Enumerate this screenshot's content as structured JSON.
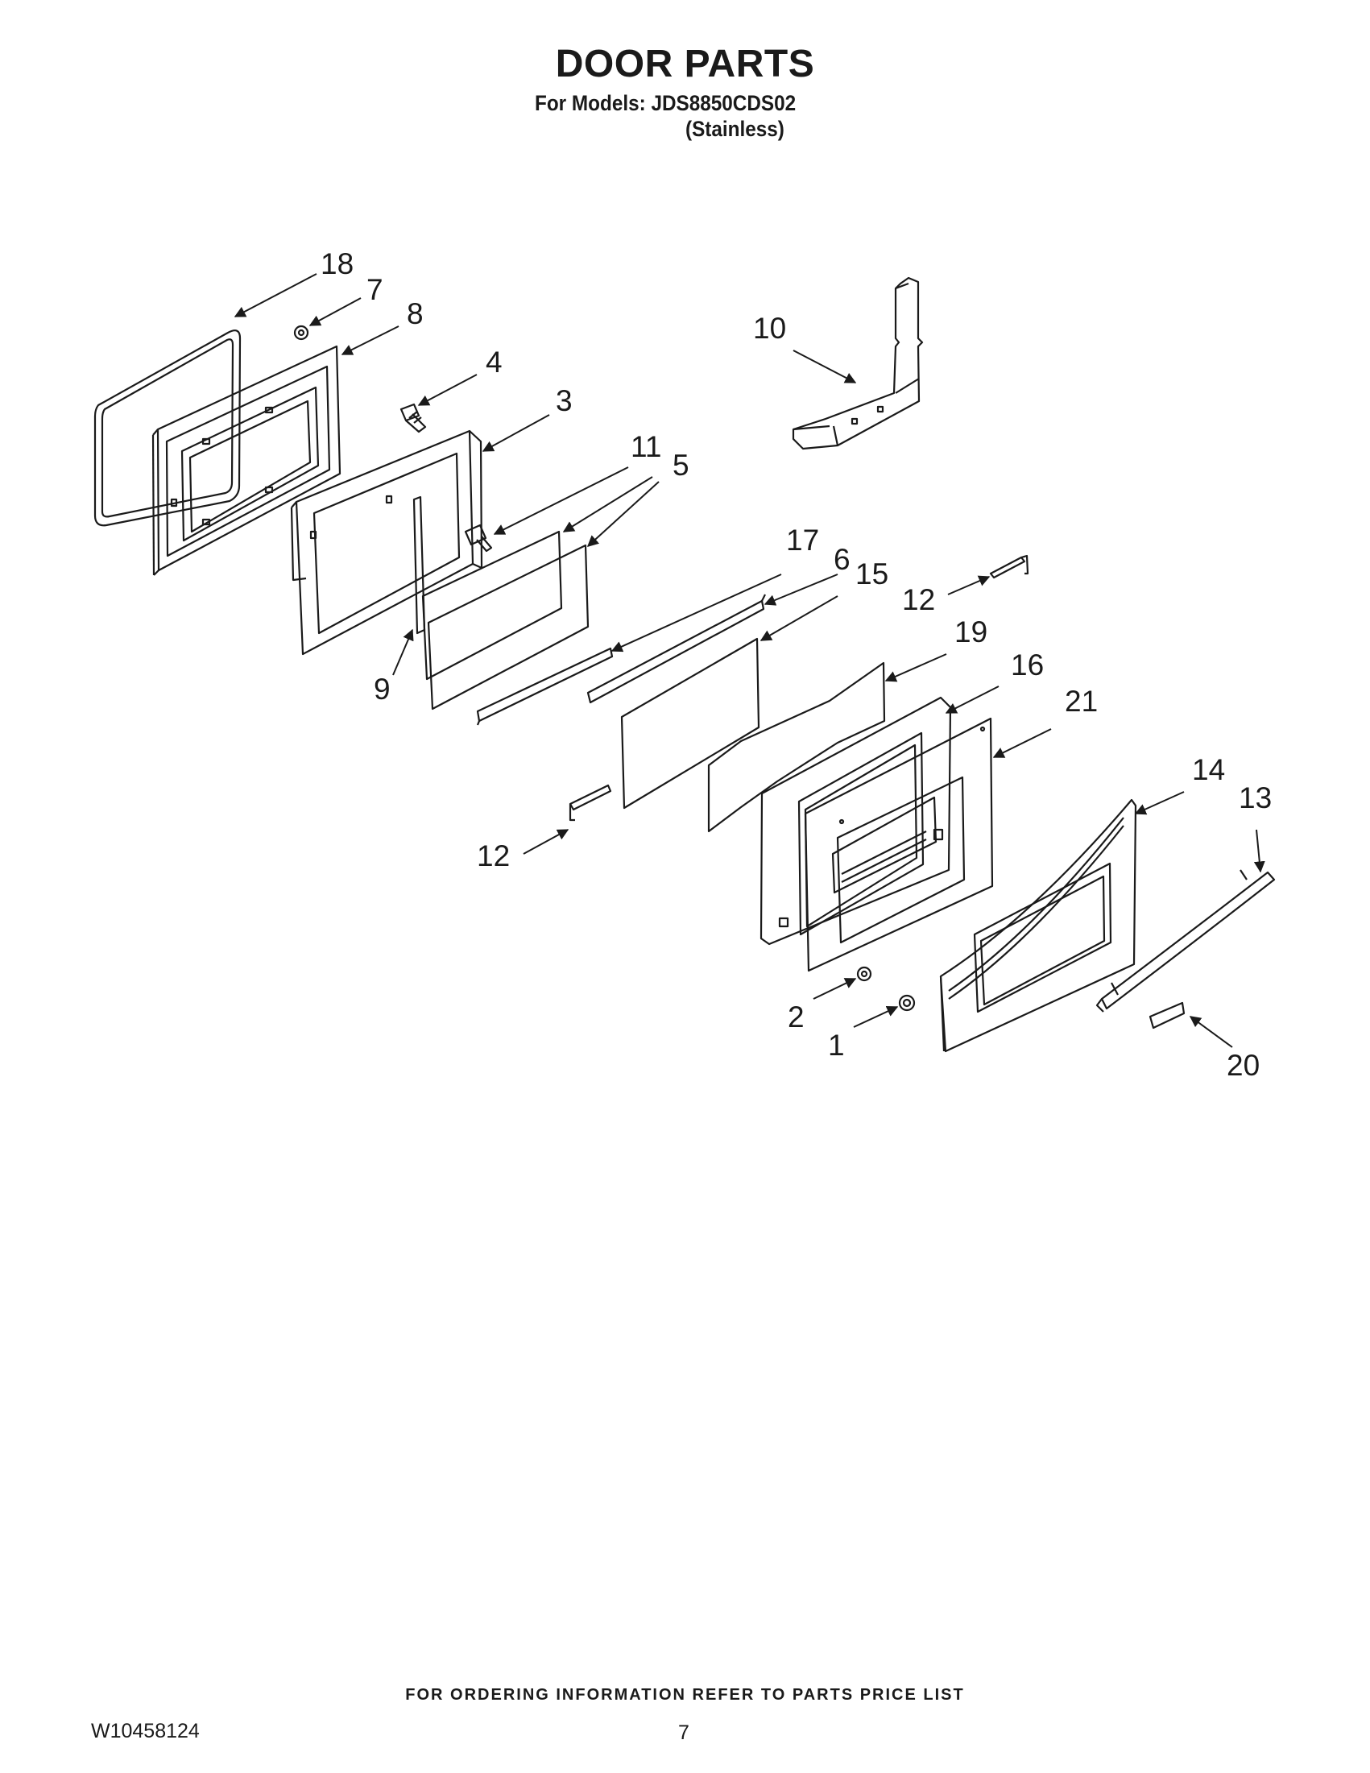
{
  "header": {
    "title": "DOOR PARTS",
    "models_line": "For Models: JDS8850CDS02",
    "finish_line": "(Stainless)"
  },
  "callouts": [
    "18",
    "7",
    "8",
    "4",
    "3",
    "11",
    "5",
    "10",
    "17",
    "6",
    "15",
    "12",
    "9",
    "19",
    "16",
    "21",
    "12",
    "14",
    "13",
    "2",
    "1",
    "20"
  ],
  "footer": {
    "ordering_note": "FOR ORDERING INFORMATION REFER TO PARTS PRICE LIST",
    "doc_number": "W10458124",
    "page_number": "7"
  }
}
